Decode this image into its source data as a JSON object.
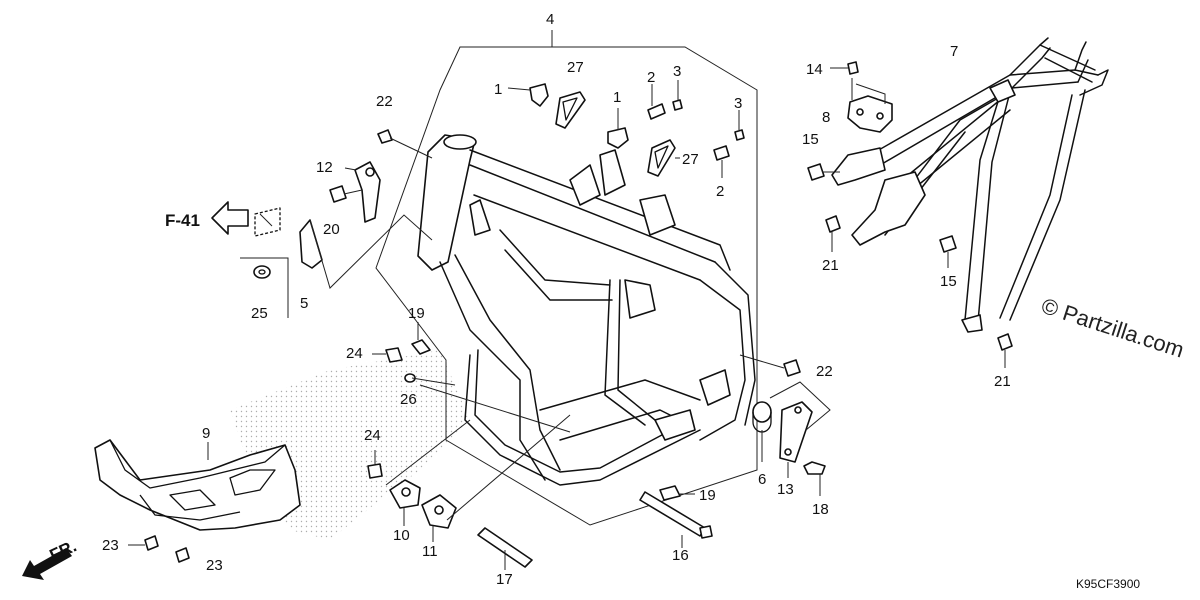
{
  "diagram": {
    "section_ref": "F-41",
    "direction_label": "FR.",
    "watermark": "© Partzilla.com",
    "diagram_code": "K95CF3900",
    "callouts": [
      {
        "id": "c4",
        "text": "4"
      },
      {
        "id": "c27a",
        "text": "27"
      },
      {
        "id": "c1a",
        "text": "1"
      },
      {
        "id": "c2a",
        "text": "2"
      },
      {
        "id": "c3a",
        "text": "3"
      },
      {
        "id": "c1b",
        "text": "1"
      },
      {
        "id": "c3b",
        "text": "3"
      },
      {
        "id": "c27b",
        "text": "27"
      },
      {
        "id": "c2b",
        "text": "2"
      },
      {
        "id": "c22a",
        "text": "22"
      },
      {
        "id": "c12",
        "text": "12"
      },
      {
        "id": "c20",
        "text": "20"
      },
      {
        "id": "c5",
        "text": "5"
      },
      {
        "id": "c25",
        "text": "25"
      },
      {
        "id": "c19a",
        "text": "19"
      },
      {
        "id": "c24a",
        "text": "24"
      },
      {
        "id": "c26",
        "text": "26"
      },
      {
        "id": "c9",
        "text": "9"
      },
      {
        "id": "c24b",
        "text": "24"
      },
      {
        "id": "c10",
        "text": "10"
      },
      {
        "id": "c11",
        "text": "11"
      },
      {
        "id": "c17",
        "text": "17"
      },
      {
        "id": "c16",
        "text": "16"
      },
      {
        "id": "c19b",
        "text": "19"
      },
      {
        "id": "c23a",
        "text": "23"
      },
      {
        "id": "c23b",
        "text": "23"
      },
      {
        "id": "c22b",
        "text": "22"
      },
      {
        "id": "c6",
        "text": "6"
      },
      {
        "id": "c13",
        "text": "13"
      },
      {
        "id": "c18",
        "text": "18"
      },
      {
        "id": "c7",
        "text": "7"
      },
      {
        "id": "c14",
        "text": "14"
      },
      {
        "id": "c8",
        "text": "8"
      },
      {
        "id": "c15a",
        "text": "15"
      },
      {
        "id": "c21a",
        "text": "21"
      },
      {
        "id": "c15b",
        "text": "15"
      },
      {
        "id": "c21b",
        "text": "21"
      }
    ]
  }
}
